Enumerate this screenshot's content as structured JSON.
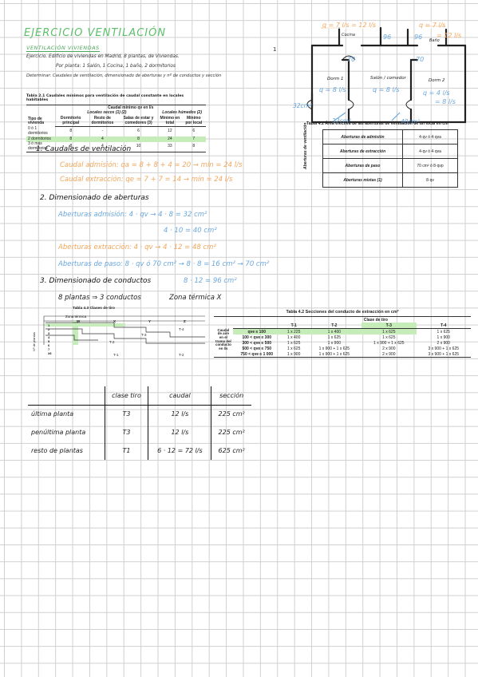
{
  "header": {
    "title": "EJERCICIO VENTILACIÓN",
    "subtitle": "VENTILACIÓN VIVIENDAS",
    "page_number": "1",
    "statement_line1": "Ejercicio. Edificio de viviendas en Madrid, 8 plantas, de Viviendas.",
    "statement_line2": "Por planta: 1 Salón, 1 Cocina, 1 baño, 2 dormitorios",
    "statement_line3": "Determinar: Caudales de ventilación, dimensionado de aberturas y nº de conductos y sección"
  },
  "table21": {
    "caption": "Tabla 2.1 Caudales mínimos para ventilación de caudal constante en locales habitables",
    "top_header": "Caudal mínimo qv en l/s",
    "dry_header": "Locales secos (1) (2)",
    "wet_header": "Locales húmedos (2)",
    "col_tipo": "Tipo de vivienda",
    "col_dorm": "Dormitorio principal",
    "col_resto": "Resto de dormitorios",
    "col_salas": "Salas de estar y comedores (3)",
    "col_min_total": "Mínimo en total",
    "col_min_local": "Mínimo por local",
    "rows": [
      [
        "0 ó 1 dormitorios",
        "8",
        "-",
        "6",
        "12",
        "6"
      ],
      [
        "2 dormitorios",
        "8",
        "4",
        "8",
        "24",
        "7"
      ],
      [
        "3 ó más dormitorios",
        "8",
        "4",
        "10",
        "33",
        "8"
      ]
    ]
  },
  "section1": {
    "heading": "1. Caudales de ventilación",
    "line_admission": "Caudal admisión: qa = 8 + 8 + 4 = 20 → mín = 24 l/s",
    "line_extraction": "Caudal extracción: qe = 7 + 7 = 14 → mín = 24 l/s"
  },
  "section2": {
    "heading": "2. Dimensionado de aberturas",
    "adm1": "Aberturas admisión: 4 · qv → 4 · 8 = 32 cm²",
    "adm2": "4 · 10 = 40 cm²",
    "ext": "Aberturas extracción: 4 · qv → 4 · 12 = 48 cm²",
    "paso": "Aberturas de paso: 8 · qv ó 70 cm² → 8 · 8 = 16 cm² → 70 cm²",
    "paso2": "8 · 12 = 96 cm²"
  },
  "section3": {
    "heading": "3. Dimensionado de conductos",
    "line": "8 plantas ⇒ 3 conductos",
    "zona": "Zona térmica X"
  },
  "floorplan": {
    "rooms": [
      "Cocina",
      "Baño",
      "Dorm 1",
      "Salón / comedor",
      "Dorm 2"
    ],
    "labels": [
      {
        "text": "q = 7 l/s = 12 l/s",
        "color": "#f2a65a"
      },
      {
        "text": "q = 7 l/s",
        "color": "#f2a65a"
      },
      {
        "text": "96",
        "color": "#6aa7dd"
      },
      {
        "text": "96",
        "color": "#6aa7dd"
      },
      {
        "text": "= 12 l/s",
        "color": "#f2a65a"
      },
      {
        "text": "70",
        "color": "#6aa7dd"
      },
      {
        "text": "70",
        "color": "#6aa7dd"
      },
      {
        "text": "q = 8 l/s",
        "color": "#6aa7dd"
      },
      {
        "text": "q = 8 l/s",
        "color": "#6aa7dd"
      },
      {
        "text": "q = 4 l/s",
        "color": "#6aa7dd"
      },
      {
        "text": "= 8 l/s",
        "color": "#6aa7dd"
      },
      {
        "text": "32cm²",
        "color": "#6aa7dd"
      },
      {
        "text": "32cm²",
        "color": "#6aa7dd"
      },
      {
        "text": "40cm²",
        "color": "#6aa7dd"
      }
    ]
  },
  "table41": {
    "caption": "Tabla 4.1 Área efectiva de las aberturas de ventilación de un local en cm²",
    "side_label": "Aberturas de ventilación",
    "rows": [
      [
        "Aberturas de admisión",
        "4·qv ó 4·qva"
      ],
      [
        "Aberturas de extracción",
        "4·qv ó 4·qva"
      ],
      [
        "Aberturas de paso",
        "70 cm² ó 8·qvp"
      ],
      [
        "Aberturas mixtas (1)",
        "8·qv"
      ]
    ]
  },
  "table43": {
    "caption": "Tabla 4.3 Clases de tiro",
    "zona": "Zona térmica",
    "cols": [
      "W",
      "X",
      "Y",
      "Z"
    ],
    "rows": [
      "1",
      "2",
      "3",
      "4",
      "5",
      "6",
      "7",
      "≥8"
    ],
    "side": "Nº de plantas",
    "classes": [
      "T-4",
      "T-3",
      "T-2",
      "T-1",
      "T-2"
    ]
  },
  "table42": {
    "caption": "Tabla 4.2 Secciones del conducto de extracción en cm²",
    "clase": "Clase de tiro",
    "cols": [
      "T-1",
      "T-2",
      "T-3",
      "T-4"
    ],
    "side": "Caudal de aire en el tramo del conducto en l/s",
    "rows": [
      [
        "qve ≤ 100",
        "1 x 225",
        "1 x 400",
        "1 x 625",
        "1 x 625"
      ],
      [
        "100 < qve ≤ 300",
        "1 x 400",
        "1 x 625",
        "1 x 625",
        "1 x 900"
      ],
      [
        "300 < qve ≤ 500",
        "1 x 625",
        "1 x 900",
        "1 x 900 + 1 x 625",
        "2 x 900"
      ],
      [
        "500 < qve ≤ 750",
        "1 x 625",
        "1 x 900 + 1 x 625",
        "2 x 900",
        "3 x 900 + 1 x 625"
      ],
      [
        "750 < qve ≤ 1 000",
        "1 x 900",
        "1 x 900 + 1 x 625",
        "2 x 900",
        "3 x 900 + 1 x 625"
      ]
    ]
  },
  "summary": {
    "headers": [
      "",
      "clase tiro",
      "caudal",
      "sección"
    ],
    "rows": [
      [
        "última planta",
        "T3",
        "12 l/s",
        "225 cm²"
      ],
      [
        "penúltima planta",
        "T3",
        "12 l/s",
        "225 cm²"
      ],
      [
        "resto de plantas",
        "T1",
        "6 · 12 = 72 l/s",
        "625 cm²"
      ]
    ]
  },
  "colors": {
    "green_title": "#5cc06a",
    "highlight": "#c6ecb9",
    "orange": "#f2a65a",
    "blue": "#6aa7dd"
  }
}
